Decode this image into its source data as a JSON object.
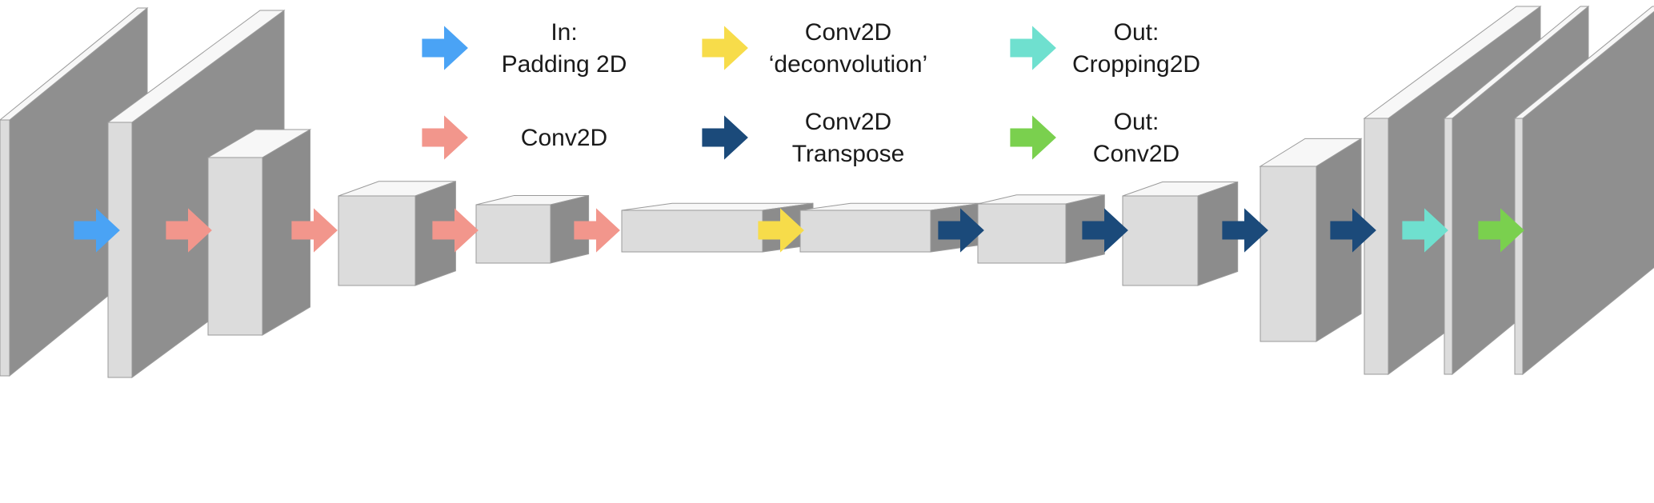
{
  "colors": {
    "padding": "#4aa3f5",
    "conv": "#f2968c",
    "deconv": "#f7dc4a",
    "transpose": "#1b4a7a",
    "cropping": "#6fe0cf",
    "outconv": "#7ad04e",
    "block_front": "#dcdcdc",
    "block_side": "#8c8c8c",
    "block_top": "#f7f7f7",
    "slab_side": "#8f8f8f"
  },
  "legend": [
    {
      "key": "padding",
      "lines": [
        "In:",
        "Padding 2D"
      ]
    },
    {
      "key": "deconv",
      "lines": [
        "Conv2D",
        "‘deconvolution’"
      ]
    },
    {
      "key": "cropping",
      "lines": [
        "Out:",
        "Cropping2D"
      ]
    },
    {
      "key": "conv",
      "lines": [
        "Conv2D"
      ]
    },
    {
      "key": "transpose",
      "lines": [
        "Conv2D",
        "Transpose"
      ]
    },
    {
      "key": "outconv",
      "lines": [
        "Out:",
        "Conv2D"
      ]
    }
  ],
  "flow_arrows": [
    "padding",
    "conv",
    "conv",
    "conv",
    "conv",
    "deconv",
    "transpose",
    "transpose",
    "transpose",
    "transpose",
    "cropping",
    "outconv"
  ]
}
